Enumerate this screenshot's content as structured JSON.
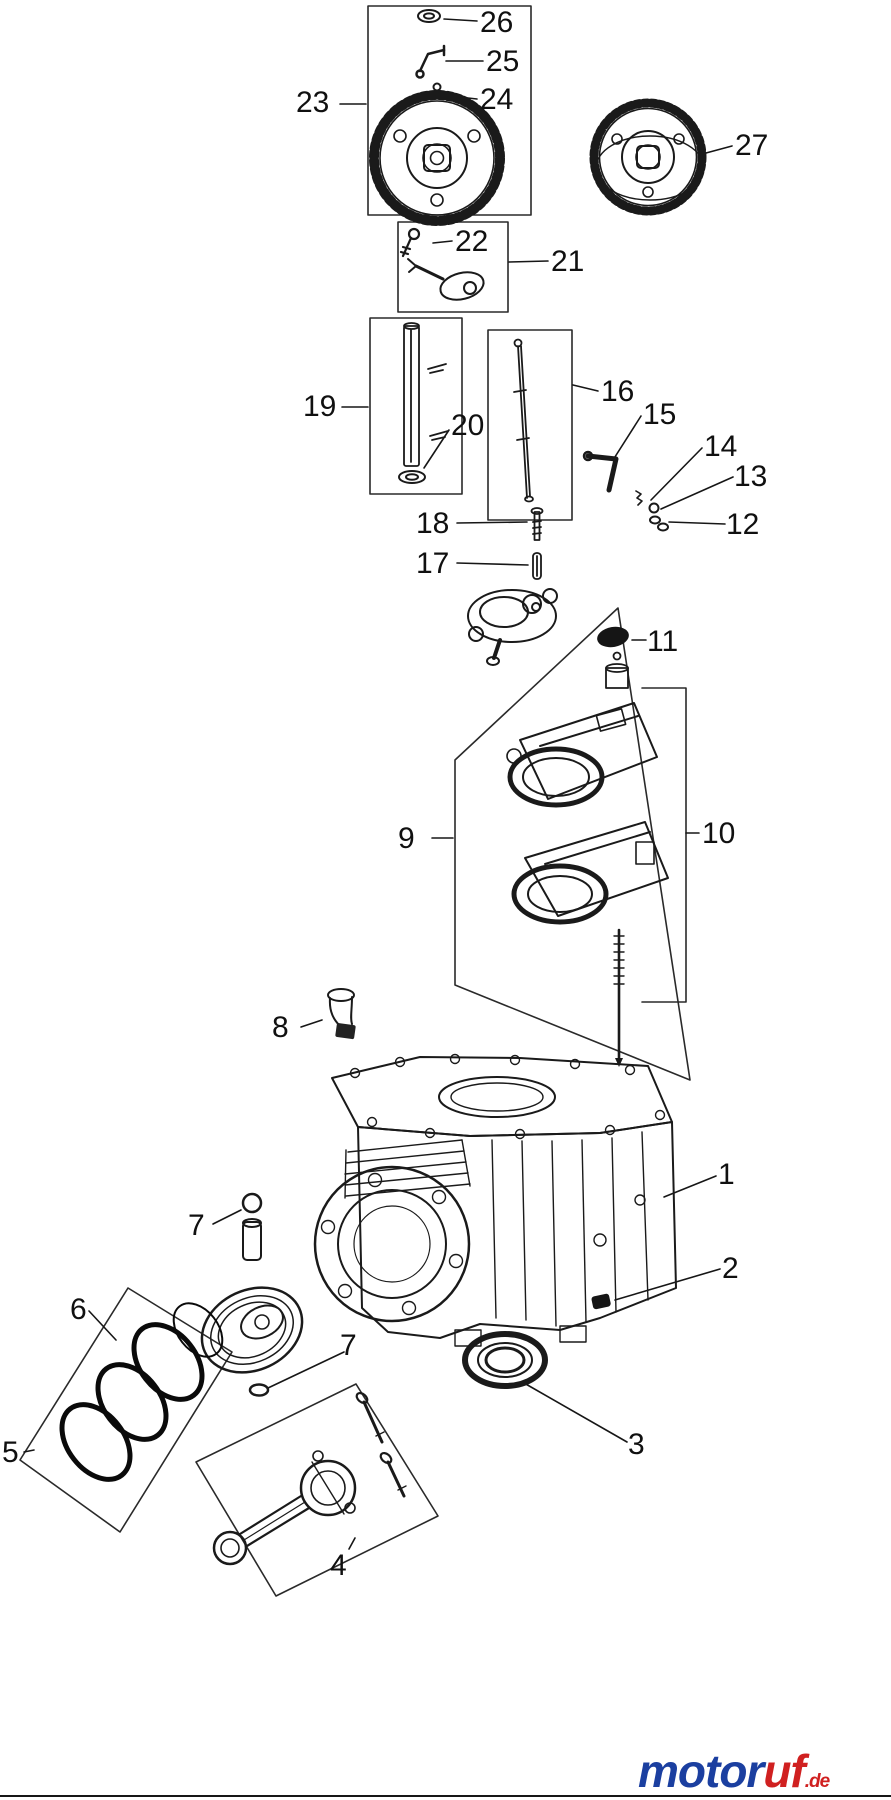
{
  "document": {
    "type": "exploded-engine-parts-diagram",
    "background": "#ffffff",
    "line_color": "#1a1a1a"
  },
  "callouts": {
    "c1": "1",
    "c2": "2",
    "c3": "3",
    "c4": "4",
    "c5": "5",
    "c6": "6",
    "c7a": "7",
    "c7b": "7",
    "c8": "8",
    "c9": "9",
    "c10": "10",
    "c11": "11",
    "c12": "12",
    "c13": "13",
    "c14": "14",
    "c15": "15",
    "c16": "16",
    "c17": "17",
    "c18": "18",
    "c19": "19",
    "c20": "20",
    "c21": "21",
    "c22": "22",
    "c23": "23",
    "c24": "24",
    "c25": "25",
    "c26": "26",
    "c27": "27"
  },
  "logo": {
    "text_blue": "motor",
    "text_red": "uf",
    "tld": ".de",
    "color_blue": "#1b3fa0",
    "color_red": "#d02020"
  }
}
